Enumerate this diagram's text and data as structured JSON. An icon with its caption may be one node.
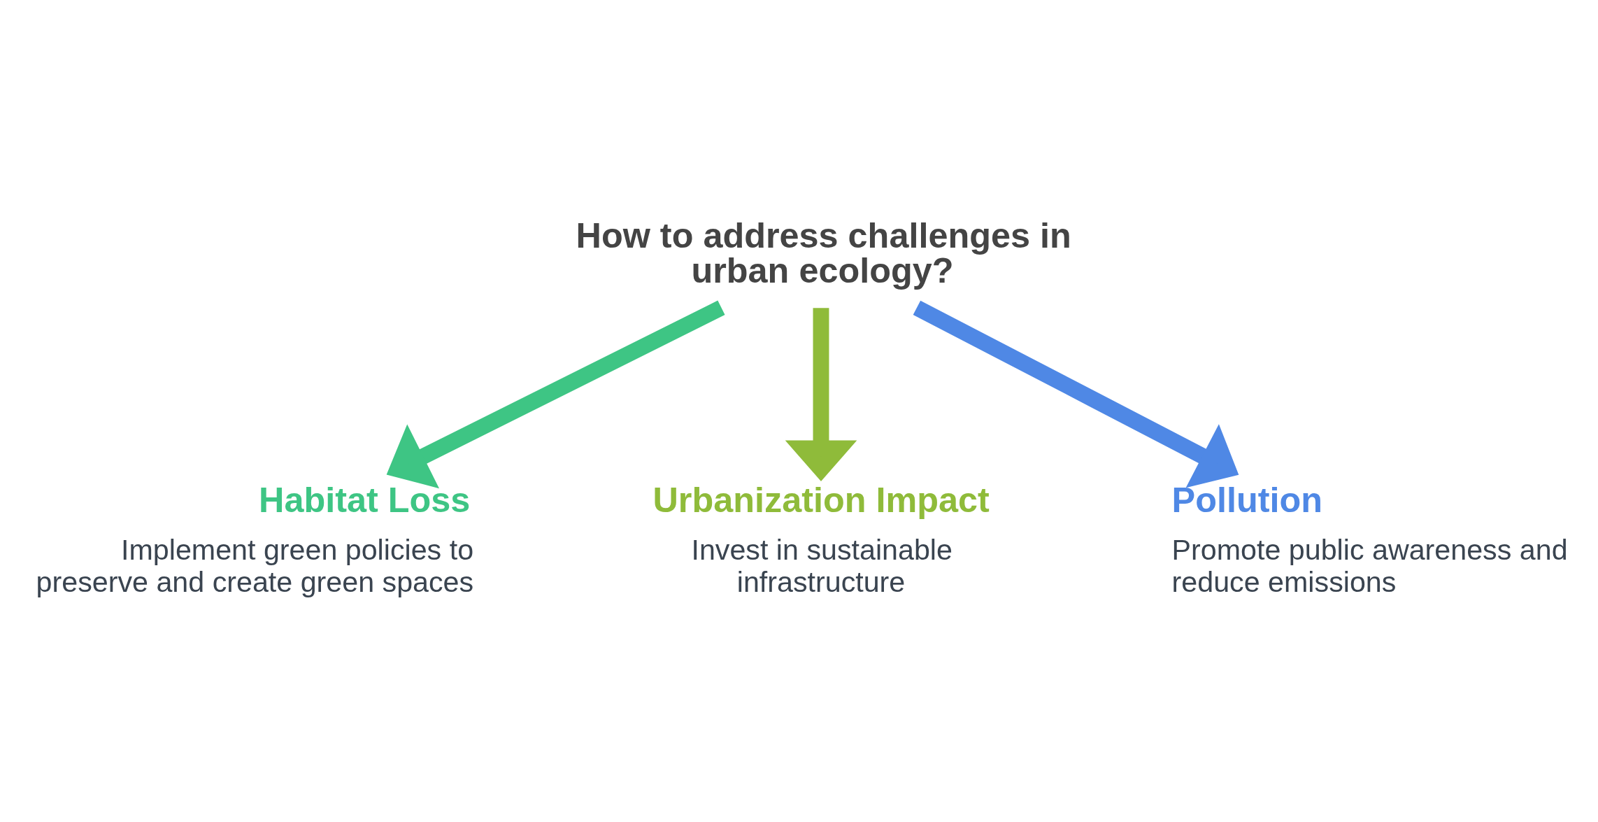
{
  "diagram": {
    "nodes": [
      {
        "text": [
          "How to address challenges in urban ecology?"
        ]
      },
      {
        "text": [
          "Habitat Loss",
          "Implement green policies to preserve and create green spaces"
        ]
      },
      {
        "text": [
          "Urbanization Impact",
          "Invest in sustainable infrastructure"
        ]
      },
      {
        "text": [
          "Pollution",
          "Promote public awareness and reduce emissions"
        ]
      }
    ],
    "edges": [
      {
        "from": 0,
        "to": 1,
        "arrow": "to",
        "color": "#3ec584"
      },
      {
        "from": 0,
        "to": 2,
        "arrow": "to",
        "color": "#8fbb3a"
      },
      {
        "from": 0,
        "to": 3,
        "arrow": "to",
        "color": "#4f88e5"
      }
    ]
  }
}
